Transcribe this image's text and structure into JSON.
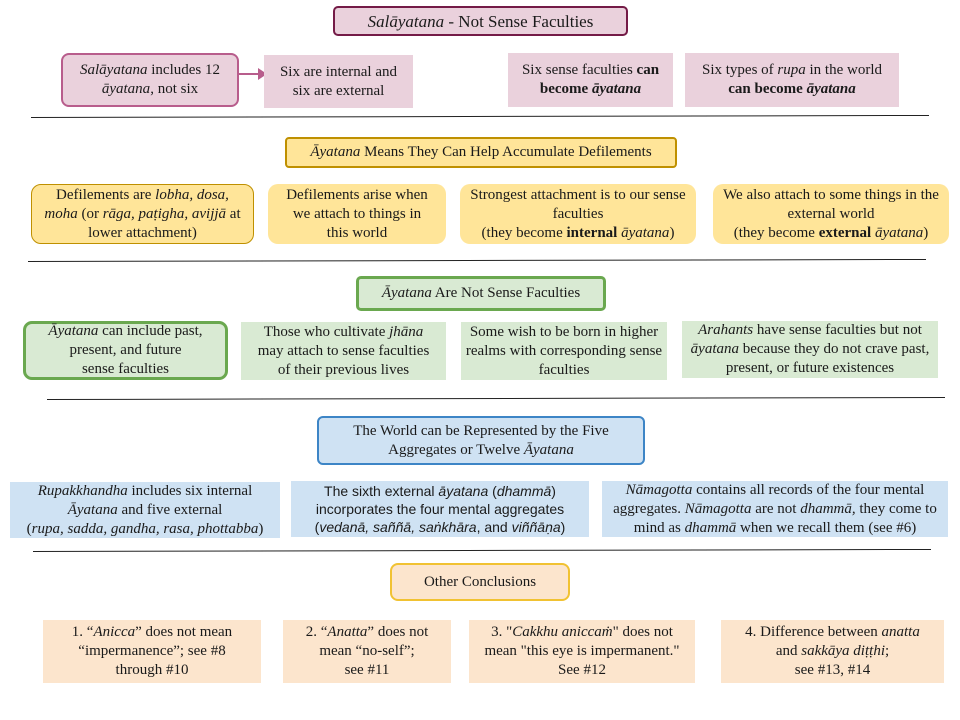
{
  "section1": {
    "title": "<i>Salāyatana</i> - Not Sense Faculties",
    "box1": "<i>Salāyatana</i> includes 12 <i>āyatana</i>, not six",
    "box2": "Six are internal and six are external",
    "box3": "Six sense faculties <b>can become</b> <b><i>āyatana</i></b>",
    "box4": "Six types of <i>rupa</i> in the world <b>can become</b> <b><i>āyatana</i></b>"
  },
  "section2": {
    "title": "<i>Āyatana</i> Means They Can Help Accumulate Defilements",
    "box1": "Defilements are <i>lobha, dosa, moha</i> (or <i>rāga, paṭigha, avijjā</i> at lower attachment)",
    "box2": "Defilements arise when we attach to things in this world",
    "box3": "Strongest attachment is to our sense faculties<br>(they become <b>internal</b> <i>āyatana</i>)",
    "box4": "We also attach to some things in the external world<br>(they become <b>external</b> <i>āyatana</i>)"
  },
  "section3": {
    "title": "<i>Āyatana</i> Are Not Sense Faculties",
    "box1": "<i>Āyatana</i> can include past, present, and future<br>sense faculties",
    "box2": "Those who cultivate <i>jhāna</i> may attach to sense faculties of their previous lives",
    "box3": "Some wish to be born in higher realms with corresponding sense faculties",
    "box4": "<i>Arahants</i> have sense faculties but not <i>āyatana</i> because they do not crave past, present, or future existences"
  },
  "section4": {
    "title": "The World can be Represented by the Five Aggregates or Twelve <i>Āyatana</i>",
    "box1": "<i>Rupakkhandha</i> includes six internal <i>Āyatana</i> and five external<br>(<i>rupa, sadda, gandha, rasa, phottabba</i>)",
    "box2": "The sixth external <i>āyatana</i> (<i>dhammā</i>) incorporates the four mental aggregates<br>(<i>vedanā, saññā, saṅkhāra</i>, and <i>viññāṇa</i>)",
    "box3": "<i>Nāmagotta</i> contains all records of the four mental aggregates. <i>Nāmagotta</i> are not <i>dhammā,</i> they come to mind as <i>dhammā</i> when we recall them (see #6)"
  },
  "section5": {
    "title": "Other Conclusions",
    "box1": "1. “<i>Anicca</i>” does not mean “impermanence”; see #8 through #10",
    "box2": "2. “<i>Anatta</i>” does not mean “no-self”;<br>see #11",
    "box3": "3. \"<i>Cakkhu aniccaṁ</i>\" does not mean \"this eye is impermanent.\" See #12",
    "box4": "4. Difference between <i>anatta</i> and <i>sakkāya diṭṭhi</i>;<br>see #13, #14"
  }
}
